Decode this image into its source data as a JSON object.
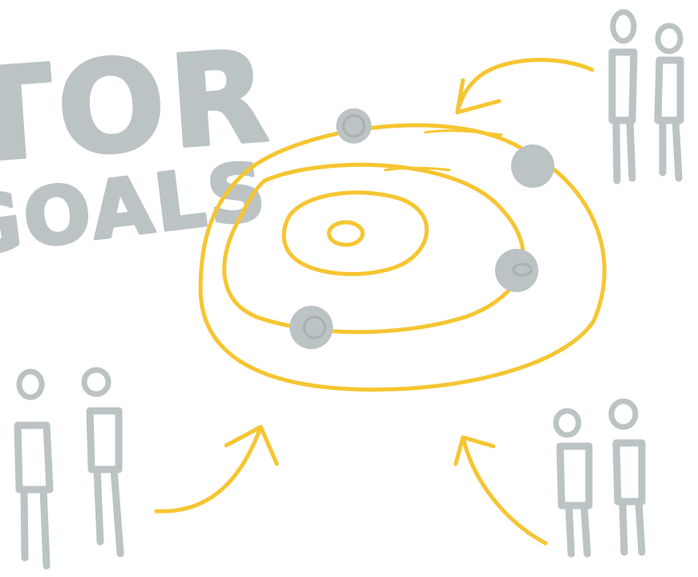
{
  "sketch": {
    "heading_line1": "TOR",
    "heading_line2": "GOALS",
    "colors": {
      "orbit": "#f6c531",
      "pencil": "#bcc3c5",
      "background": "#ffffff"
    },
    "icons": [
      "orbit-ring",
      "planet-dot",
      "person-figure",
      "curved-arrow"
    ]
  }
}
